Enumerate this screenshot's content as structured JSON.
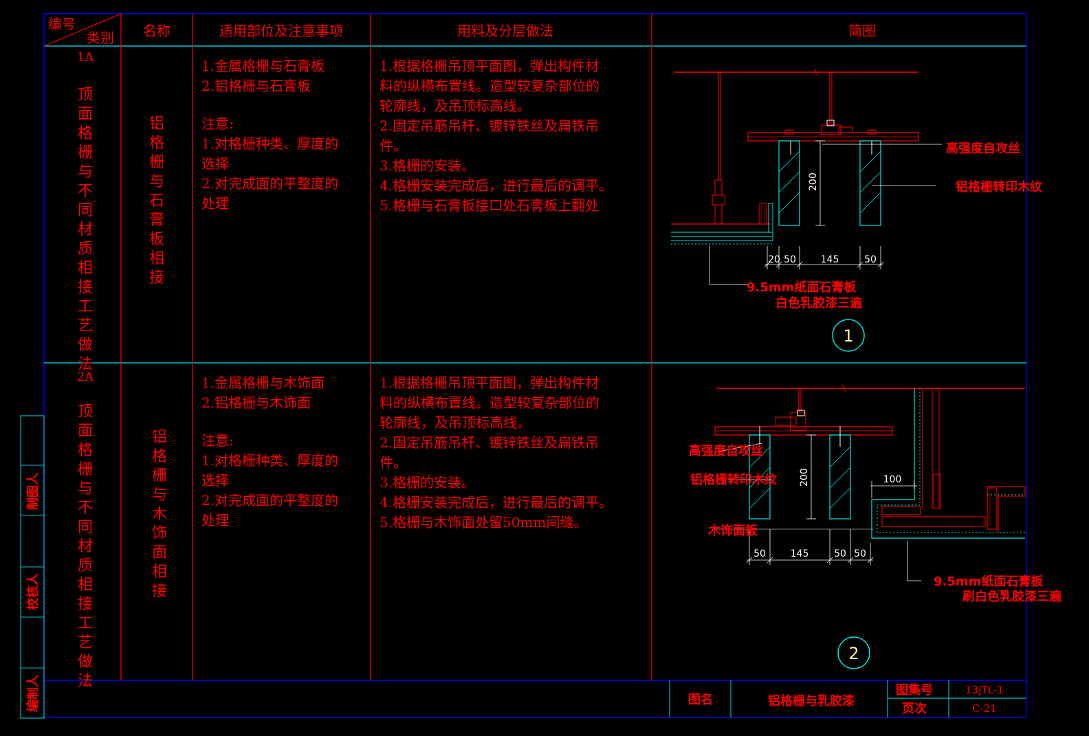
{
  "header": {
    "no": "编号",
    "category": "类别",
    "name": "名称",
    "scope": "适用部位及注意事项",
    "method": "用料及分层做法",
    "sketch": "简图"
  },
  "rows": [
    {
      "code": "1A",
      "category_chars": [
        "顶",
        "面",
        "格",
        "栅",
        "与",
        "不",
        "同",
        "材",
        "质",
        "相",
        "接",
        "工",
        "艺",
        "做",
        "法"
      ],
      "name_chars": [
        "铝",
        "格",
        "栅",
        "与",
        "石",
        "膏",
        "板",
        "相",
        "接"
      ],
      "scope_lines": [
        "1.金属格栅与石膏板",
        "2.铝格栅与石膏板",
        "",
        "注意:",
        "1.对格栅种类、厚度的",
        "选择",
        "2.对完成面的平整度的",
        "处理"
      ],
      "method_lines": [
        "1.根据格栅吊顶平面图，弹出构件材",
        "料的纵横布置线。造型较复杂部位的",
        "轮廓线，及吊顶标高线。",
        "2.固定吊筋吊杆、镀锌铁丝及扁铁吊",
        "件。",
        "3.格栅的安装。",
        "4.格栅安装完成后，进行最后的调平。",
        "5.格栅与石膏板接口处石膏板上翻处"
      ]
    },
    {
      "code": "2A",
      "category_chars": [
        "顶",
        "面",
        "格",
        "栅",
        "与",
        "不",
        "同",
        "材",
        "质",
        "相",
        "接",
        "工",
        "艺",
        "做",
        "法"
      ],
      "name_chars": [
        "铝",
        "格",
        "栅",
        "与",
        "木",
        "饰",
        "面",
        "相",
        "接"
      ],
      "scope_lines": [
        "1.金属格栅与木饰面",
        "2.铝格栅与木饰面",
        "",
        "注意:",
        "1.对格栅种类、厚度的",
        "选择",
        "2.对完成面的平整度的",
        "处理"
      ],
      "method_lines": [
        "1.根据格栅吊顶平面图，弹出构件材",
        "料的纵横布置线。造型较复杂部位的",
        "轮廓线，及吊顶标高线。",
        "2.固定吊筋吊杆、镀锌铁丝及扁铁吊",
        "件。",
        "3.格栅的安装。",
        "4.格栅安装完成后，进行最后的调平。",
        "5.格栅与木饰面处留50mm间缝。"
      ]
    }
  ],
  "sketch1": {
    "label_screw": "高强度自攻丝",
    "label_grille": "铝格栅转印木纹",
    "label_board": "9.5mm纸面石膏板",
    "label_paint": "白色乳胶漆三遍",
    "dim_200": "200",
    "dims": [
      "20",
      "50",
      "145",
      "50"
    ],
    "number": "1"
  },
  "sketch2": {
    "label_screw": "高强度自攻丝",
    "label_grille": "铝格栅转印木纹",
    "label_wood": "木饰面板",
    "label_board": "9.5mm纸面石膏板",
    "label_paint": "刷白色乳胶漆三遍",
    "dim_200": "200",
    "dim_100": "100",
    "dims": [
      "50",
      "145",
      "50",
      "50"
    ],
    "number": "2"
  },
  "side_stamps": [
    "制图人",
    "校核人",
    "编制人"
  ],
  "title_block": {
    "drawing_name_label": "图名",
    "drawing_name": "铝格栅与乳胶漆",
    "atlas_label": "图集号",
    "atlas_no": "13JTL-1",
    "page_label": "页次",
    "page_no": "C-21"
  },
  "colors": {
    "background": "#000000",
    "frame": "#0000ff",
    "grid": "#ff0000",
    "separator": "#00bcd4",
    "text": "#ff0000",
    "hatch": "#00e5e5",
    "dim": "#ffffff"
  }
}
